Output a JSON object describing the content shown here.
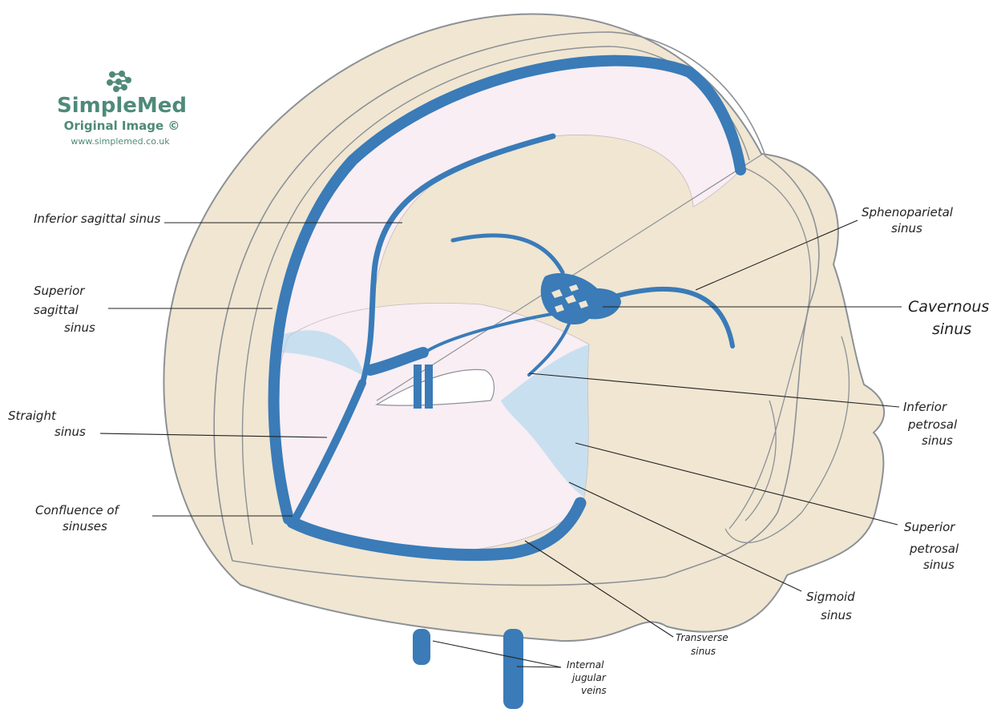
{
  "logo": {
    "brand": "SimpleMed",
    "subtitle": "Original Image ©",
    "url": "www.simplemed.co.uk"
  },
  "colors": {
    "sinus_blue": "#3a7bb8",
    "light_blue": "#a9d6ec",
    "tissue_beige": "#f0e6d2",
    "dura_pink": "#f8eef3",
    "outline_gray": "#8c9196",
    "logo_green": "#4f8a78"
  },
  "labels": {
    "inferior_sagittal": [
      "Inferior sagittal sinus"
    ],
    "superior_sagittal": [
      "Superior",
      "sagittal",
      "sinus"
    ],
    "straight": [
      "Straight",
      "sinus"
    ],
    "confluence": [
      "Confluence of",
      "sinuses"
    ],
    "sphenoparietal": [
      "Sphenoparietal",
      "sinus"
    ],
    "cavernous": [
      "Cavernous",
      "sinus"
    ],
    "inferior_petrosal": [
      "Inferior",
      "petrosal",
      "sinus"
    ],
    "superior_petrosal": [
      "Superior",
      "petrosal",
      "sinus"
    ],
    "sigmoid": [
      "Sigmoid",
      "sinus"
    ],
    "transverse": [
      "Transverse",
      "sinus"
    ],
    "internal_jugular": [
      "Internal",
      "jugular",
      "veins"
    ]
  }
}
